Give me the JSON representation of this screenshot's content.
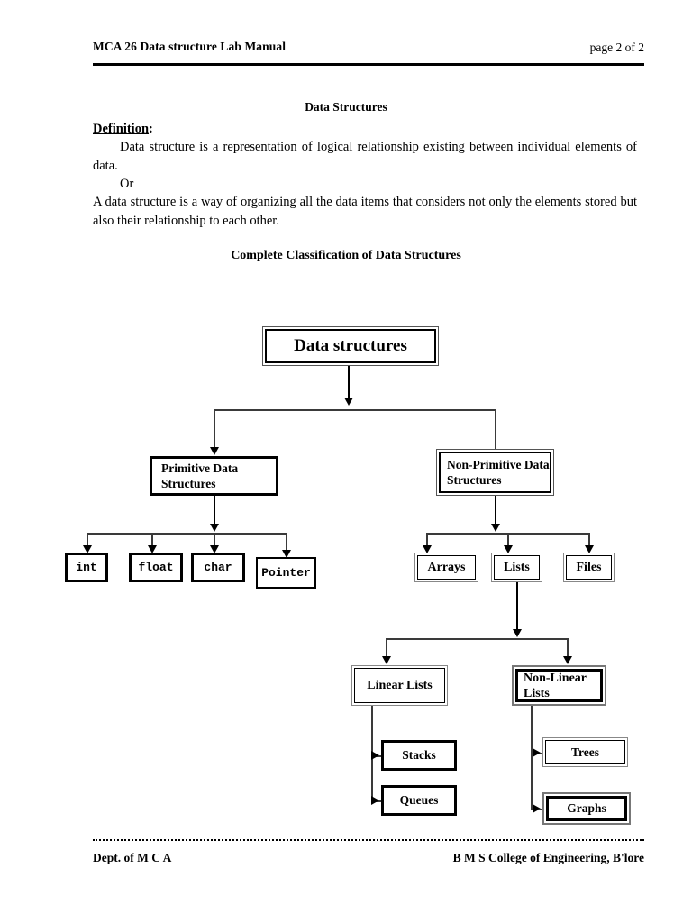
{
  "header": {
    "left": "MCA 26 Data structure Lab Manual",
    "right": "page 2 of 2"
  },
  "document": {
    "title": "Data Structures",
    "definition_label": "Definition",
    "definition_colon": ":",
    "paragraph1": "Data structure is a representation of logical relationship existing between individual elements of data.",
    "or": "Or",
    "paragraph2": "A data structure is a way of organizing all the data items that considers not only the elements stored but also their relationship to each other.",
    "classification_title": "Complete Classification of Data Structures"
  },
  "diagram": {
    "root": "Data structures",
    "primitive": "Primitive Data Structures",
    "non_primitive": "Non-Primitive Data Structures",
    "primitive_types": [
      "int",
      "float",
      "char",
      "Pointer"
    ],
    "non_primitive_types": [
      "Arrays",
      "Lists",
      "Files"
    ],
    "list_types": [
      "Linear Lists",
      "Non-Linear Lists"
    ],
    "linear_children": [
      "Stacks",
      "Queues"
    ],
    "non_linear_children": [
      "Trees",
      "Graphs"
    ]
  },
  "footer": {
    "left": "Dept. of M C A",
    "right": "B M S College of Engineering, B'lore"
  }
}
